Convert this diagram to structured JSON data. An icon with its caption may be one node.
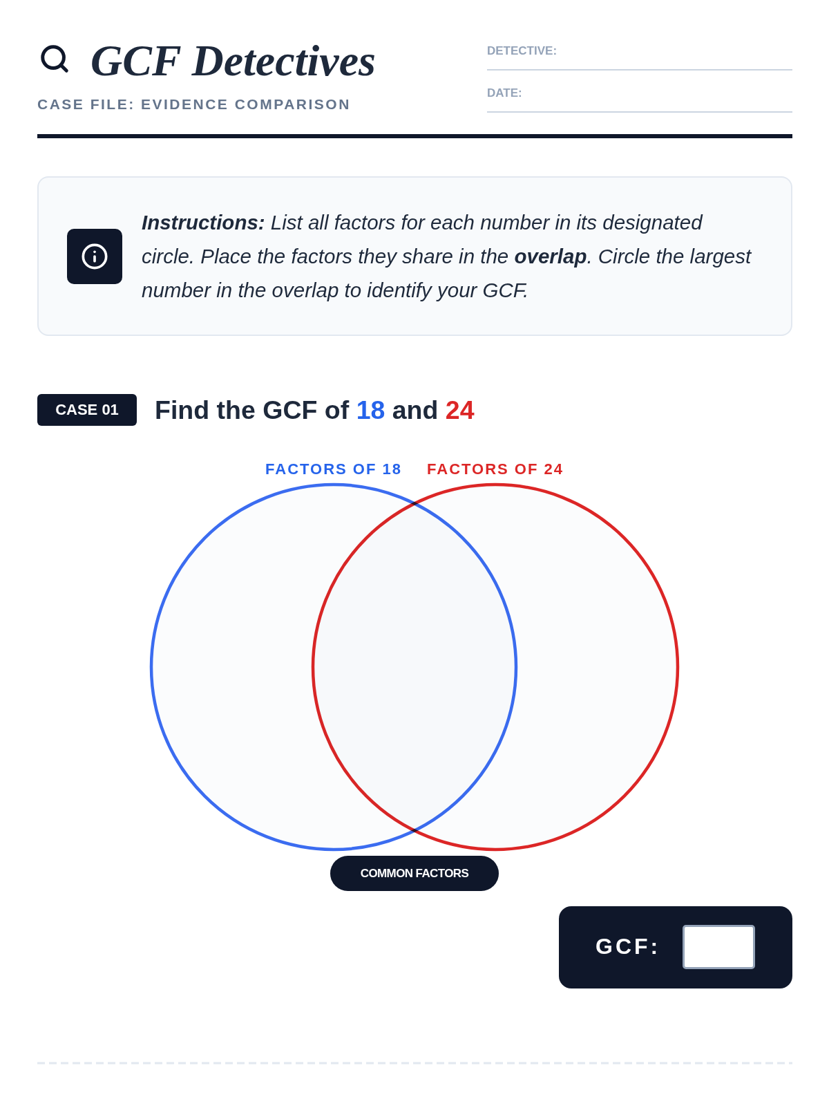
{
  "diagram": {
    "title": "GCF Detectives",
    "nodes": [
      {
        "text": [
          "**Instructions:** List all factors for each number in its designated circle. Place the factors they share in the **overlap**. Circle the largest number in the overlap to identify your GCF."
        ]
      },
      {
        "text": [
          "CASE 01"
        ]
      },
      {
        "text": [
          "FACTORS OF 18"
        ]
      },
      {
        "text": [
          "FACTORS OF 24"
        ]
      },
      {
        "text": [
          "COMMON FACTORS"
        ]
      },
      {
        "text": [
          "GCF:"
        ]
      }
    ],
    "labels": [
      "CASE FILE: EVIDENCE COMPARISON",
      "DETECTIVE:",
      "DATE:",
      "Find the GCF of 18 and 24"
    ]
  }
}
